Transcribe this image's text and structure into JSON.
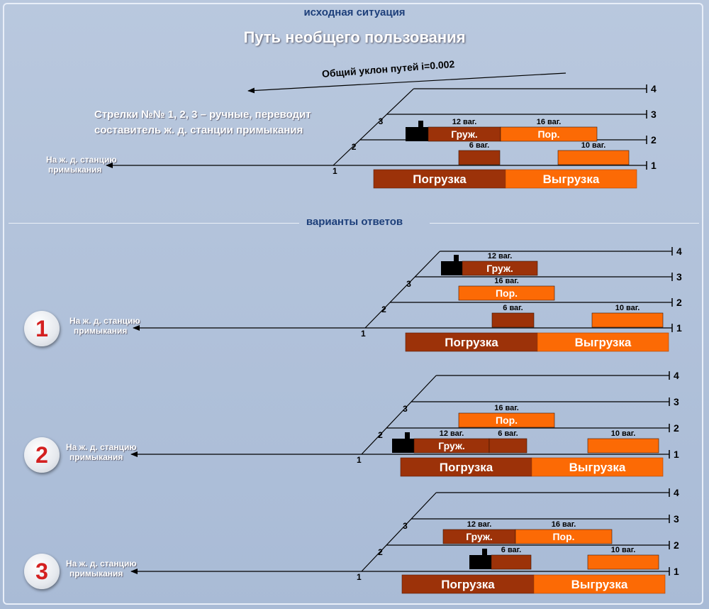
{
  "header": {
    "situation": "исходная ситуация",
    "title": "Путь необщего пользования",
    "answers": "варианты ответов"
  },
  "slope_note": "Общий уклон путей i=0.002",
  "switch_note": [
    "Стрелки №№ 1, 2, 3 – ручные, переводит",
    "составитель ж. д. станции примыкания"
  ],
  "station_label": [
    "На ж. д. станцию",
    "примыкания"
  ],
  "colors": {
    "loaded": "#9c3209",
    "empty": "#fc6a05",
    "loco": "#000000",
    "track": "#000000",
    "badge_number": "#d42020"
  },
  "zones": {
    "loading": "Погрузка",
    "unloading": "Выгрузка"
  },
  "situation": {
    "tracks": [
      "1",
      "2",
      "3",
      "4"
    ],
    "switches": [
      "1",
      "2",
      "3"
    ],
    "groups": [
      {
        "track": "3",
        "loco": true,
        "cars": [
          {
            "kind": "loaded",
            "label": "Груж.",
            "count": "12 ваг."
          },
          {
            "kind": "empty",
            "label": "Пор.",
            "count": "16 ваг."
          }
        ]
      },
      {
        "track": "2",
        "cars": [
          {
            "kind": "loaded",
            "label": "",
            "count": "6 ваг."
          }
        ]
      },
      {
        "track": "2",
        "cars": [
          {
            "kind": "empty",
            "label": "",
            "count": "10 ваг."
          }
        ]
      }
    ]
  },
  "variants": [
    {
      "number": "1",
      "tracks": [
        "1",
        "2",
        "3",
        "4"
      ],
      "switches": [
        "1",
        "2",
        "3"
      ],
      "groups": [
        {
          "track": "4",
          "loco": true,
          "cars": [
            {
              "kind": "loaded",
              "label": "Груж.",
              "count": "12 ваг."
            }
          ]
        },
        {
          "track": "3",
          "cars": [
            {
              "kind": "empty",
              "label": "Пор.",
              "count": "16 ваг."
            }
          ]
        },
        {
          "track": "2",
          "cars": [
            {
              "kind": "loaded",
              "label": "",
              "count": "6 ваг."
            }
          ]
        },
        {
          "track": "2",
          "cars": [
            {
              "kind": "empty",
              "label": "",
              "count": "10 ваг."
            }
          ]
        }
      ]
    },
    {
      "number": "2",
      "tracks": [
        "1",
        "2",
        "3",
        "4"
      ],
      "switches": [
        "1",
        "2",
        "3"
      ],
      "groups": [
        {
          "track": "3",
          "cars": [
            {
              "kind": "empty",
              "label": "Пор.",
              "count": "16 ваг."
            }
          ]
        },
        {
          "track": "2",
          "loco": true,
          "cars": [
            {
              "kind": "loaded",
              "label": "Груж.",
              "count": "12 ваг."
            },
            {
              "kind": "loaded",
              "label": "",
              "count": "6 ваг."
            }
          ]
        },
        {
          "track": "2",
          "cars": [
            {
              "kind": "empty",
              "label": "",
              "count": "10 ваг."
            }
          ]
        }
      ]
    },
    {
      "number": "3",
      "tracks": [
        "1",
        "2",
        "3",
        "4"
      ],
      "switches": [
        "1",
        "2",
        "3"
      ],
      "groups": [
        {
          "track": "3",
          "cars": [
            {
              "kind": "loaded",
              "label": "Груж.",
              "count": "12 ваг."
            },
            {
              "kind": "empty",
              "label": "Пор.",
              "count": "16 ваг."
            }
          ]
        },
        {
          "track": "2",
          "loco": true,
          "cars": [
            {
              "kind": "loaded",
              "label": "",
              "count": "6 ваг."
            }
          ]
        },
        {
          "track": "2",
          "cars": [
            {
              "kind": "empty",
              "label": "",
              "count": "10 ваг."
            }
          ]
        }
      ]
    }
  ]
}
